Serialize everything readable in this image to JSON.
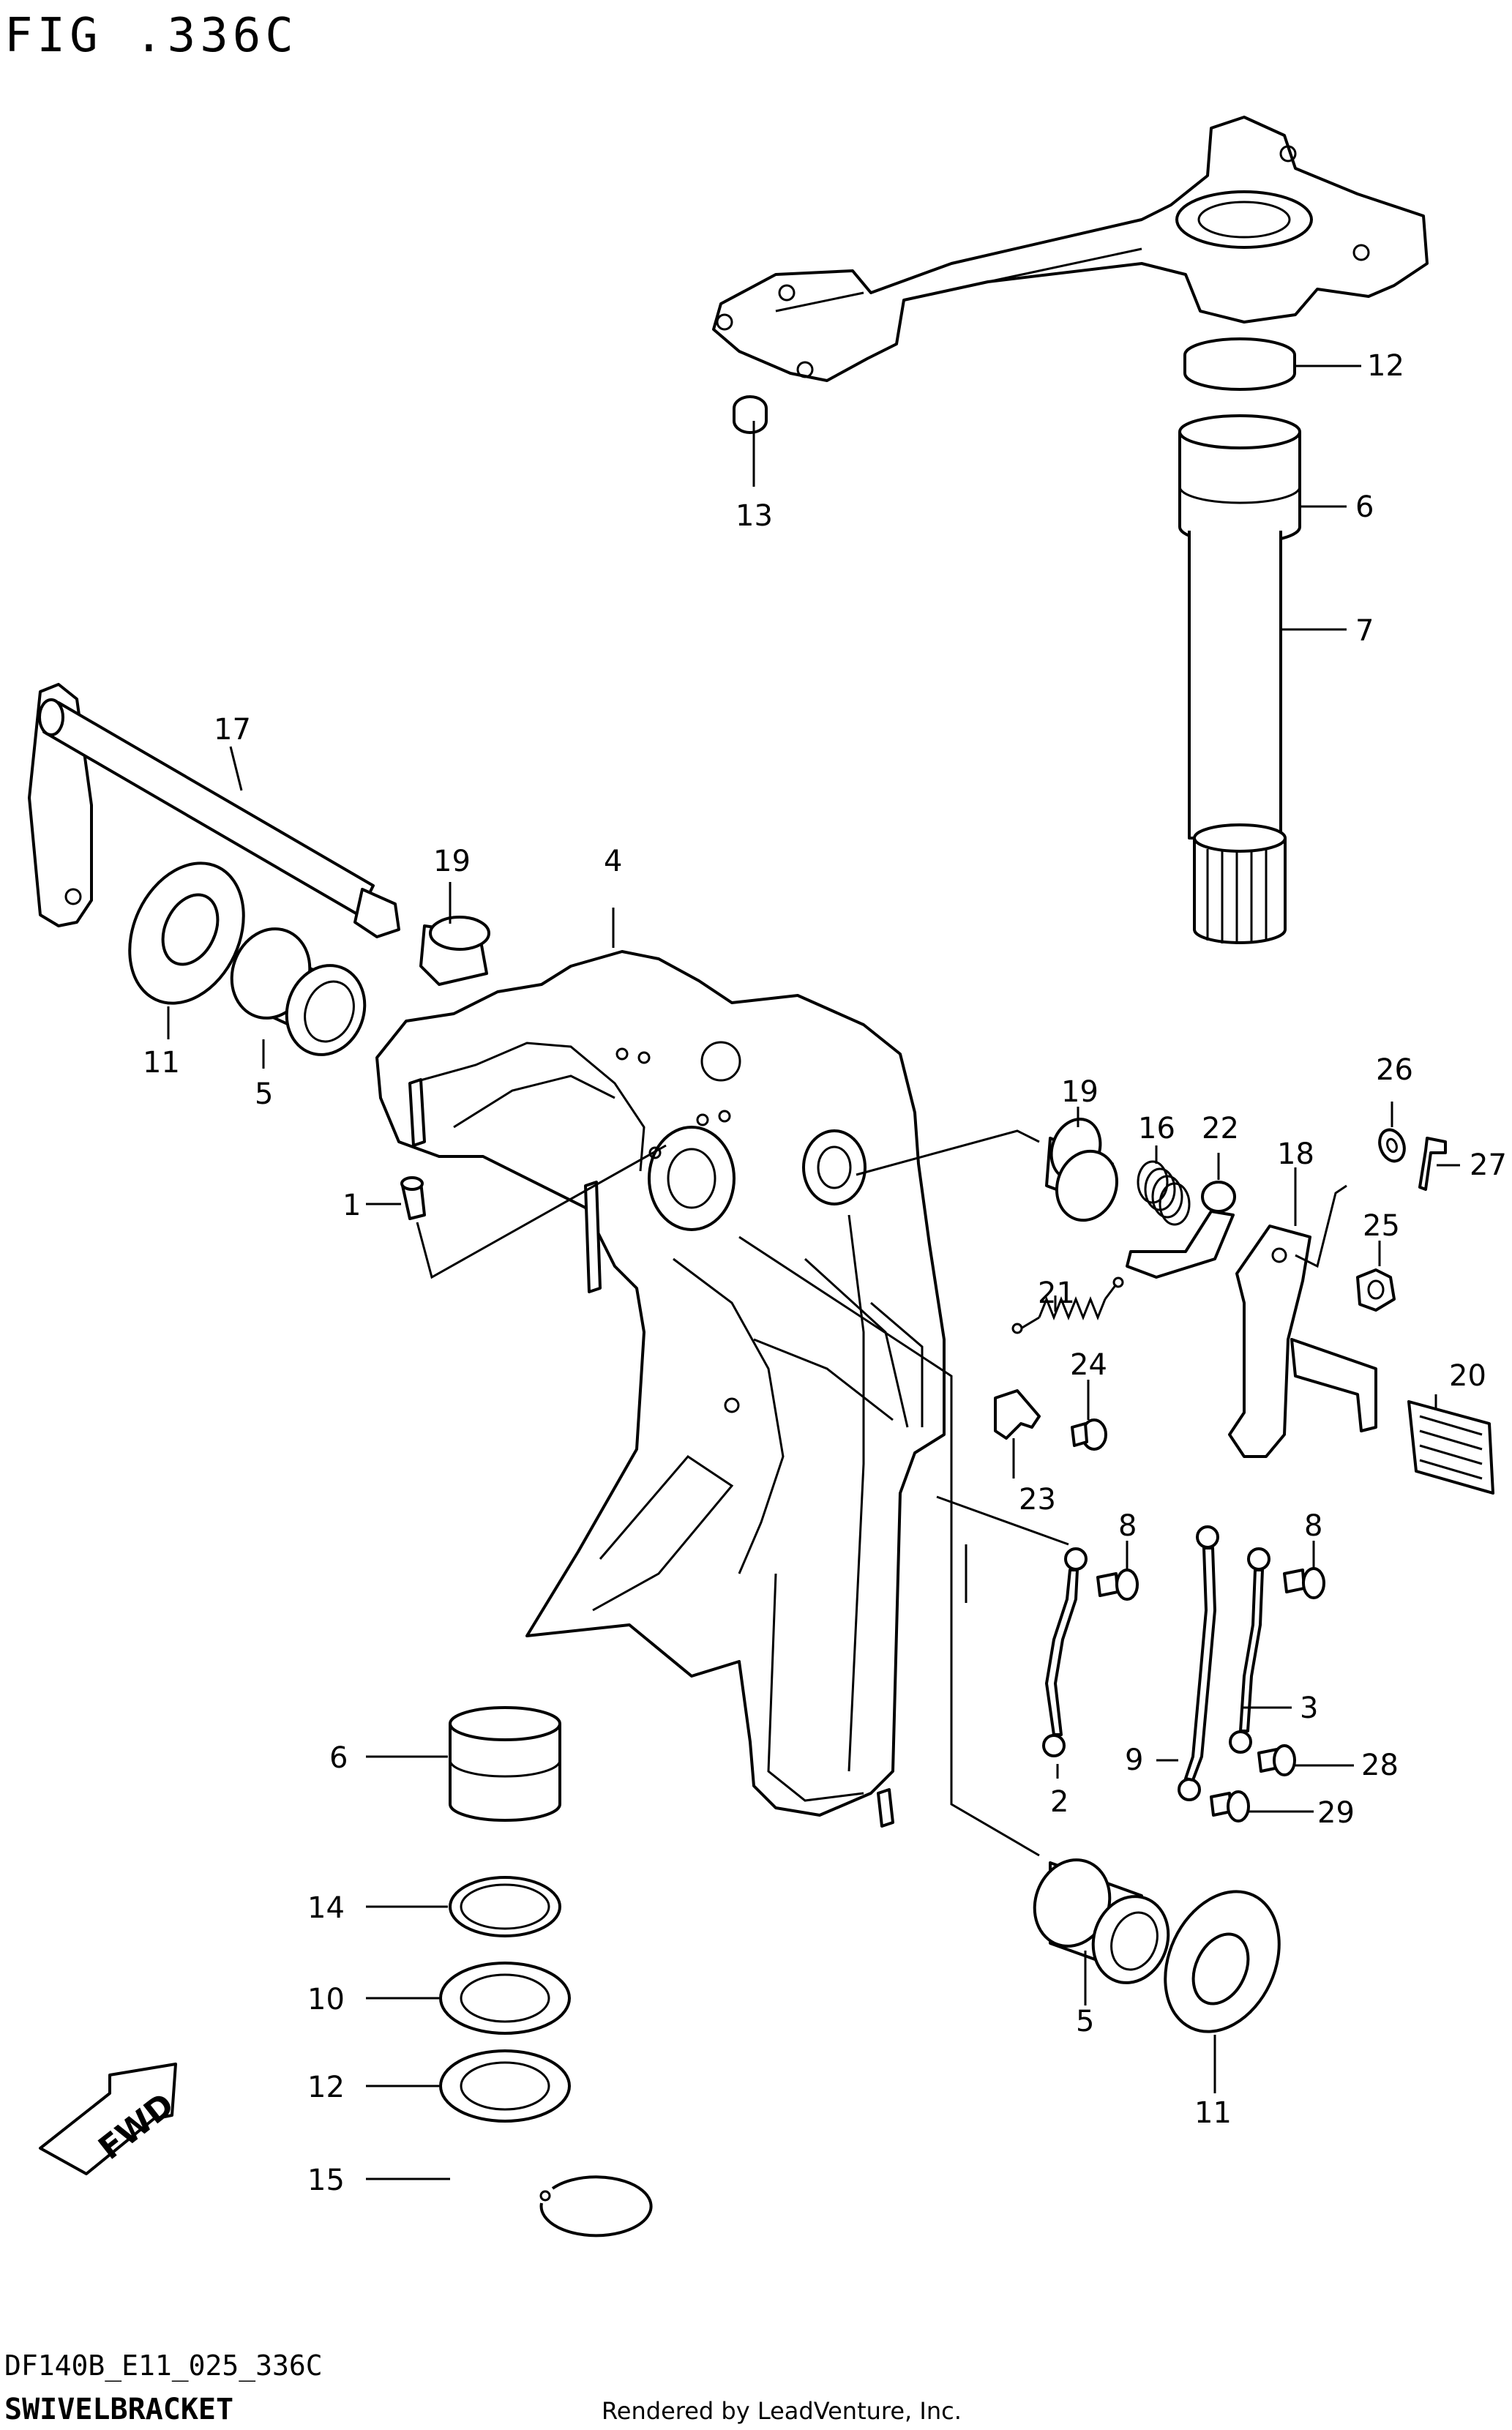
{
  "figure": {
    "title": "FIG .336C",
    "code": "DF140B_E11_025_336C",
    "name": "SWIVELBRACKET",
    "credit": "Rendered by LeadVenture, Inc.",
    "direction_label": "FWD"
  },
  "callouts": [
    {
      "id": "c12a",
      "label": "12"
    },
    {
      "id": "c6a",
      "label": "6"
    },
    {
      "id": "c7",
      "label": "7"
    },
    {
      "id": "c13",
      "label": "13"
    },
    {
      "id": "c17",
      "label": "17"
    },
    {
      "id": "c19a",
      "label": "19"
    },
    {
      "id": "c4",
      "label": "4"
    },
    {
      "id": "c11a",
      "label": "11"
    },
    {
      "id": "c5a",
      "label": "5"
    },
    {
      "id": "c1",
      "label": "1"
    },
    {
      "id": "c19b",
      "label": "19"
    },
    {
      "id": "c16",
      "label": "16"
    },
    {
      "id": "c22",
      "label": "22"
    },
    {
      "id": "c18",
      "label": "18"
    },
    {
      "id": "c26",
      "label": "26"
    },
    {
      "id": "c27",
      "label": "27"
    },
    {
      "id": "c25",
      "label": "25"
    },
    {
      "id": "c21",
      "label": "21"
    },
    {
      "id": "c24",
      "label": "24"
    },
    {
      "id": "c20",
      "label": "20"
    },
    {
      "id": "c23",
      "label": "23"
    },
    {
      "id": "c8a",
      "label": "8"
    },
    {
      "id": "c8b",
      "label": "8"
    },
    {
      "id": "c3",
      "label": "3"
    },
    {
      "id": "c9",
      "label": "9"
    },
    {
      "id": "c2",
      "label": "2"
    },
    {
      "id": "c28",
      "label": "28"
    },
    {
      "id": "c29",
      "label": "29"
    },
    {
      "id": "c6b",
      "label": "6"
    },
    {
      "id": "c14",
      "label": "14"
    },
    {
      "id": "c10",
      "label": "10"
    },
    {
      "id": "c12b",
      "label": "12"
    },
    {
      "id": "c15",
      "label": "15"
    },
    {
      "id": "c5b",
      "label": "5"
    },
    {
      "id": "c11b",
      "label": "11"
    }
  ]
}
